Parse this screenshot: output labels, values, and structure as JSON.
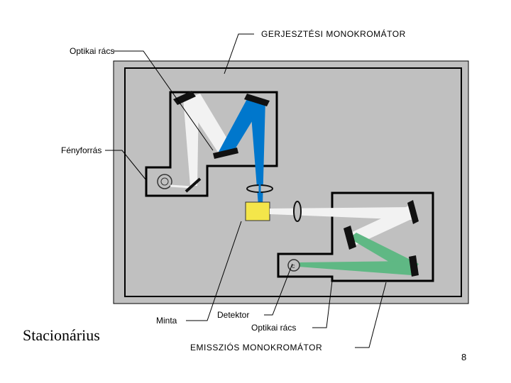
{
  "labels": {
    "excitation_mono": "GERJESZTÉSI MONOKROMÁTOR",
    "grating_top": "Optikai rács",
    "light_source": "Fényforrás",
    "sample": "Minta",
    "detector": "Detektor",
    "grating_bottom": "Optikai rács",
    "emission_mono": "EMISSZIÓS MONOKROMÁTOR"
  },
  "caption": "Stacionárius",
  "page_number": "8",
  "colors": {
    "housing": "#c0c0c0",
    "excitation_beam": "#0077cc",
    "emission_beam": "#5fb884",
    "white_light": "#f2f2f2",
    "sample": "#f4e64a"
  }
}
